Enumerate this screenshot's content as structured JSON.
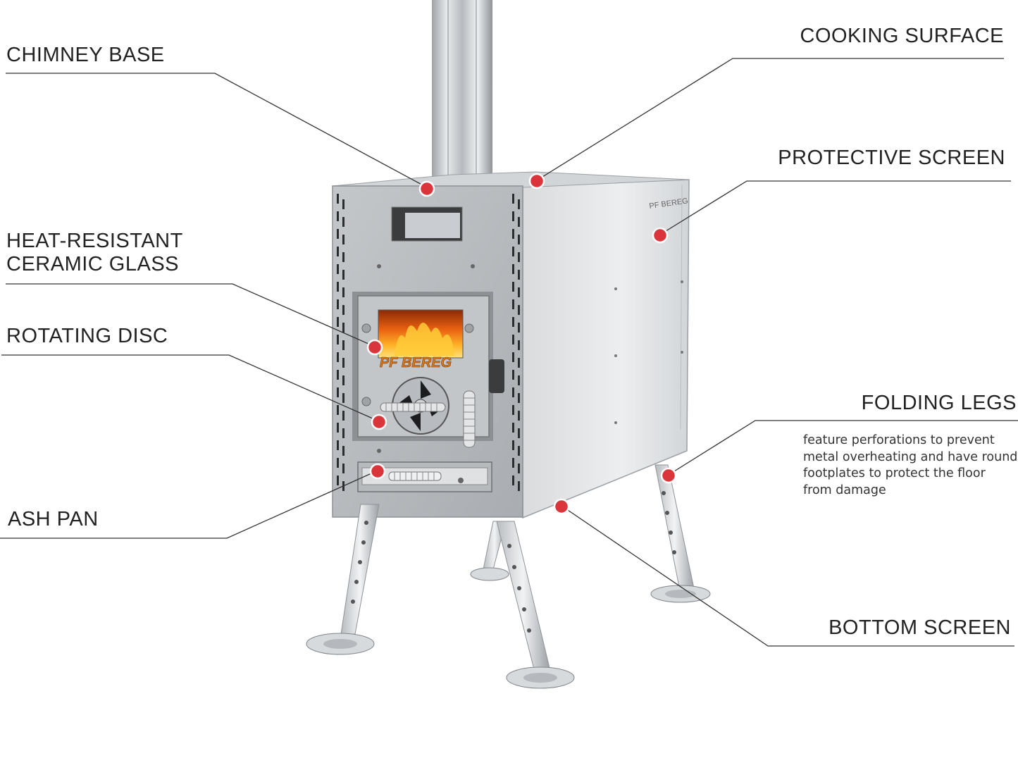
{
  "labels": {
    "chimney_base": "CHIMNEY BASE",
    "cooking_surface": "COOKING SURFACE",
    "protective_screen": "PROTECTIVE SCREEN",
    "heat_resistant_glass_line1": "HEAT-RESISTANT",
    "heat_resistant_glass_line2": "CERAMIC GLASS",
    "rotating_disc": "ROTATING DISC",
    "folding_legs": "FOLDING LEGS",
    "ash_pan": "ASH PAN",
    "bottom_screen": "BOTTOM SCREEN"
  },
  "folding_legs_note": [
    "feature perforations to prevent",
    "metal overheating and have round",
    "footplates to protect the floor",
    "from damage"
  ],
  "brand_marks": {
    "side_engraving": "PF BEREG",
    "door_logo": "PF BEREG"
  },
  "colors": {
    "marker": "#d9353b",
    "leader_line": "#333333",
    "steel": "#c9ccd0"
  }
}
